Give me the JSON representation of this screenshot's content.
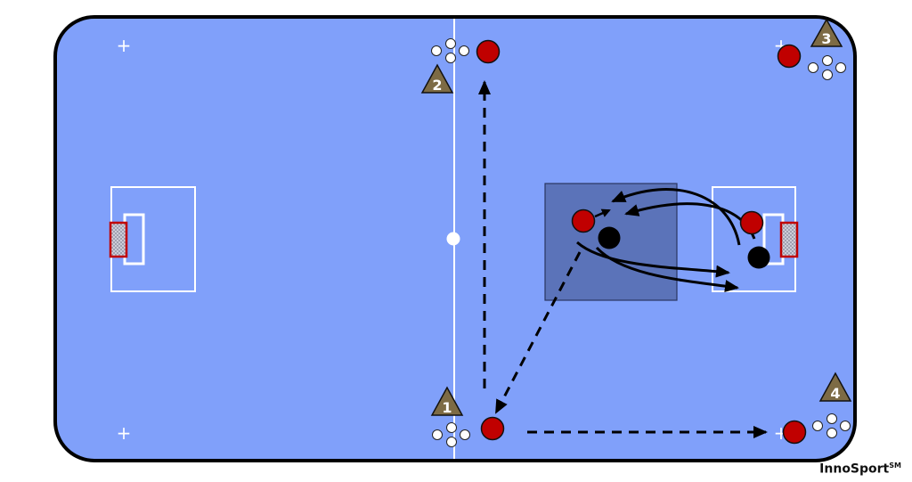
{
  "colors": {
    "court": "#80a0fa",
    "court_border": "#000000",
    "lines": "#ffffff",
    "zone_fill": "#5b73b9",
    "player_red": "#c00000",
    "player_black": "#000000",
    "cone": "#7d6b45",
    "ball": "#ffffff",
    "goal_frame": "#c00000",
    "goal_net": "#c9c9d6"
  },
  "cones": [
    {
      "id": "cone-1",
      "label": "1"
    },
    {
      "id": "cone-2",
      "label": "2"
    },
    {
      "id": "cone-3",
      "label": "3"
    },
    {
      "id": "cone-4",
      "label": "4"
    }
  ],
  "brand": {
    "name": "InnoSport",
    "mark": "SM"
  },
  "icons": {
    "corner_mark": "plus-icon",
    "player": "player-circle-icon",
    "cone": "triangle-cone-icon",
    "ball": "ball-icon",
    "goal": "goal-icon"
  }
}
